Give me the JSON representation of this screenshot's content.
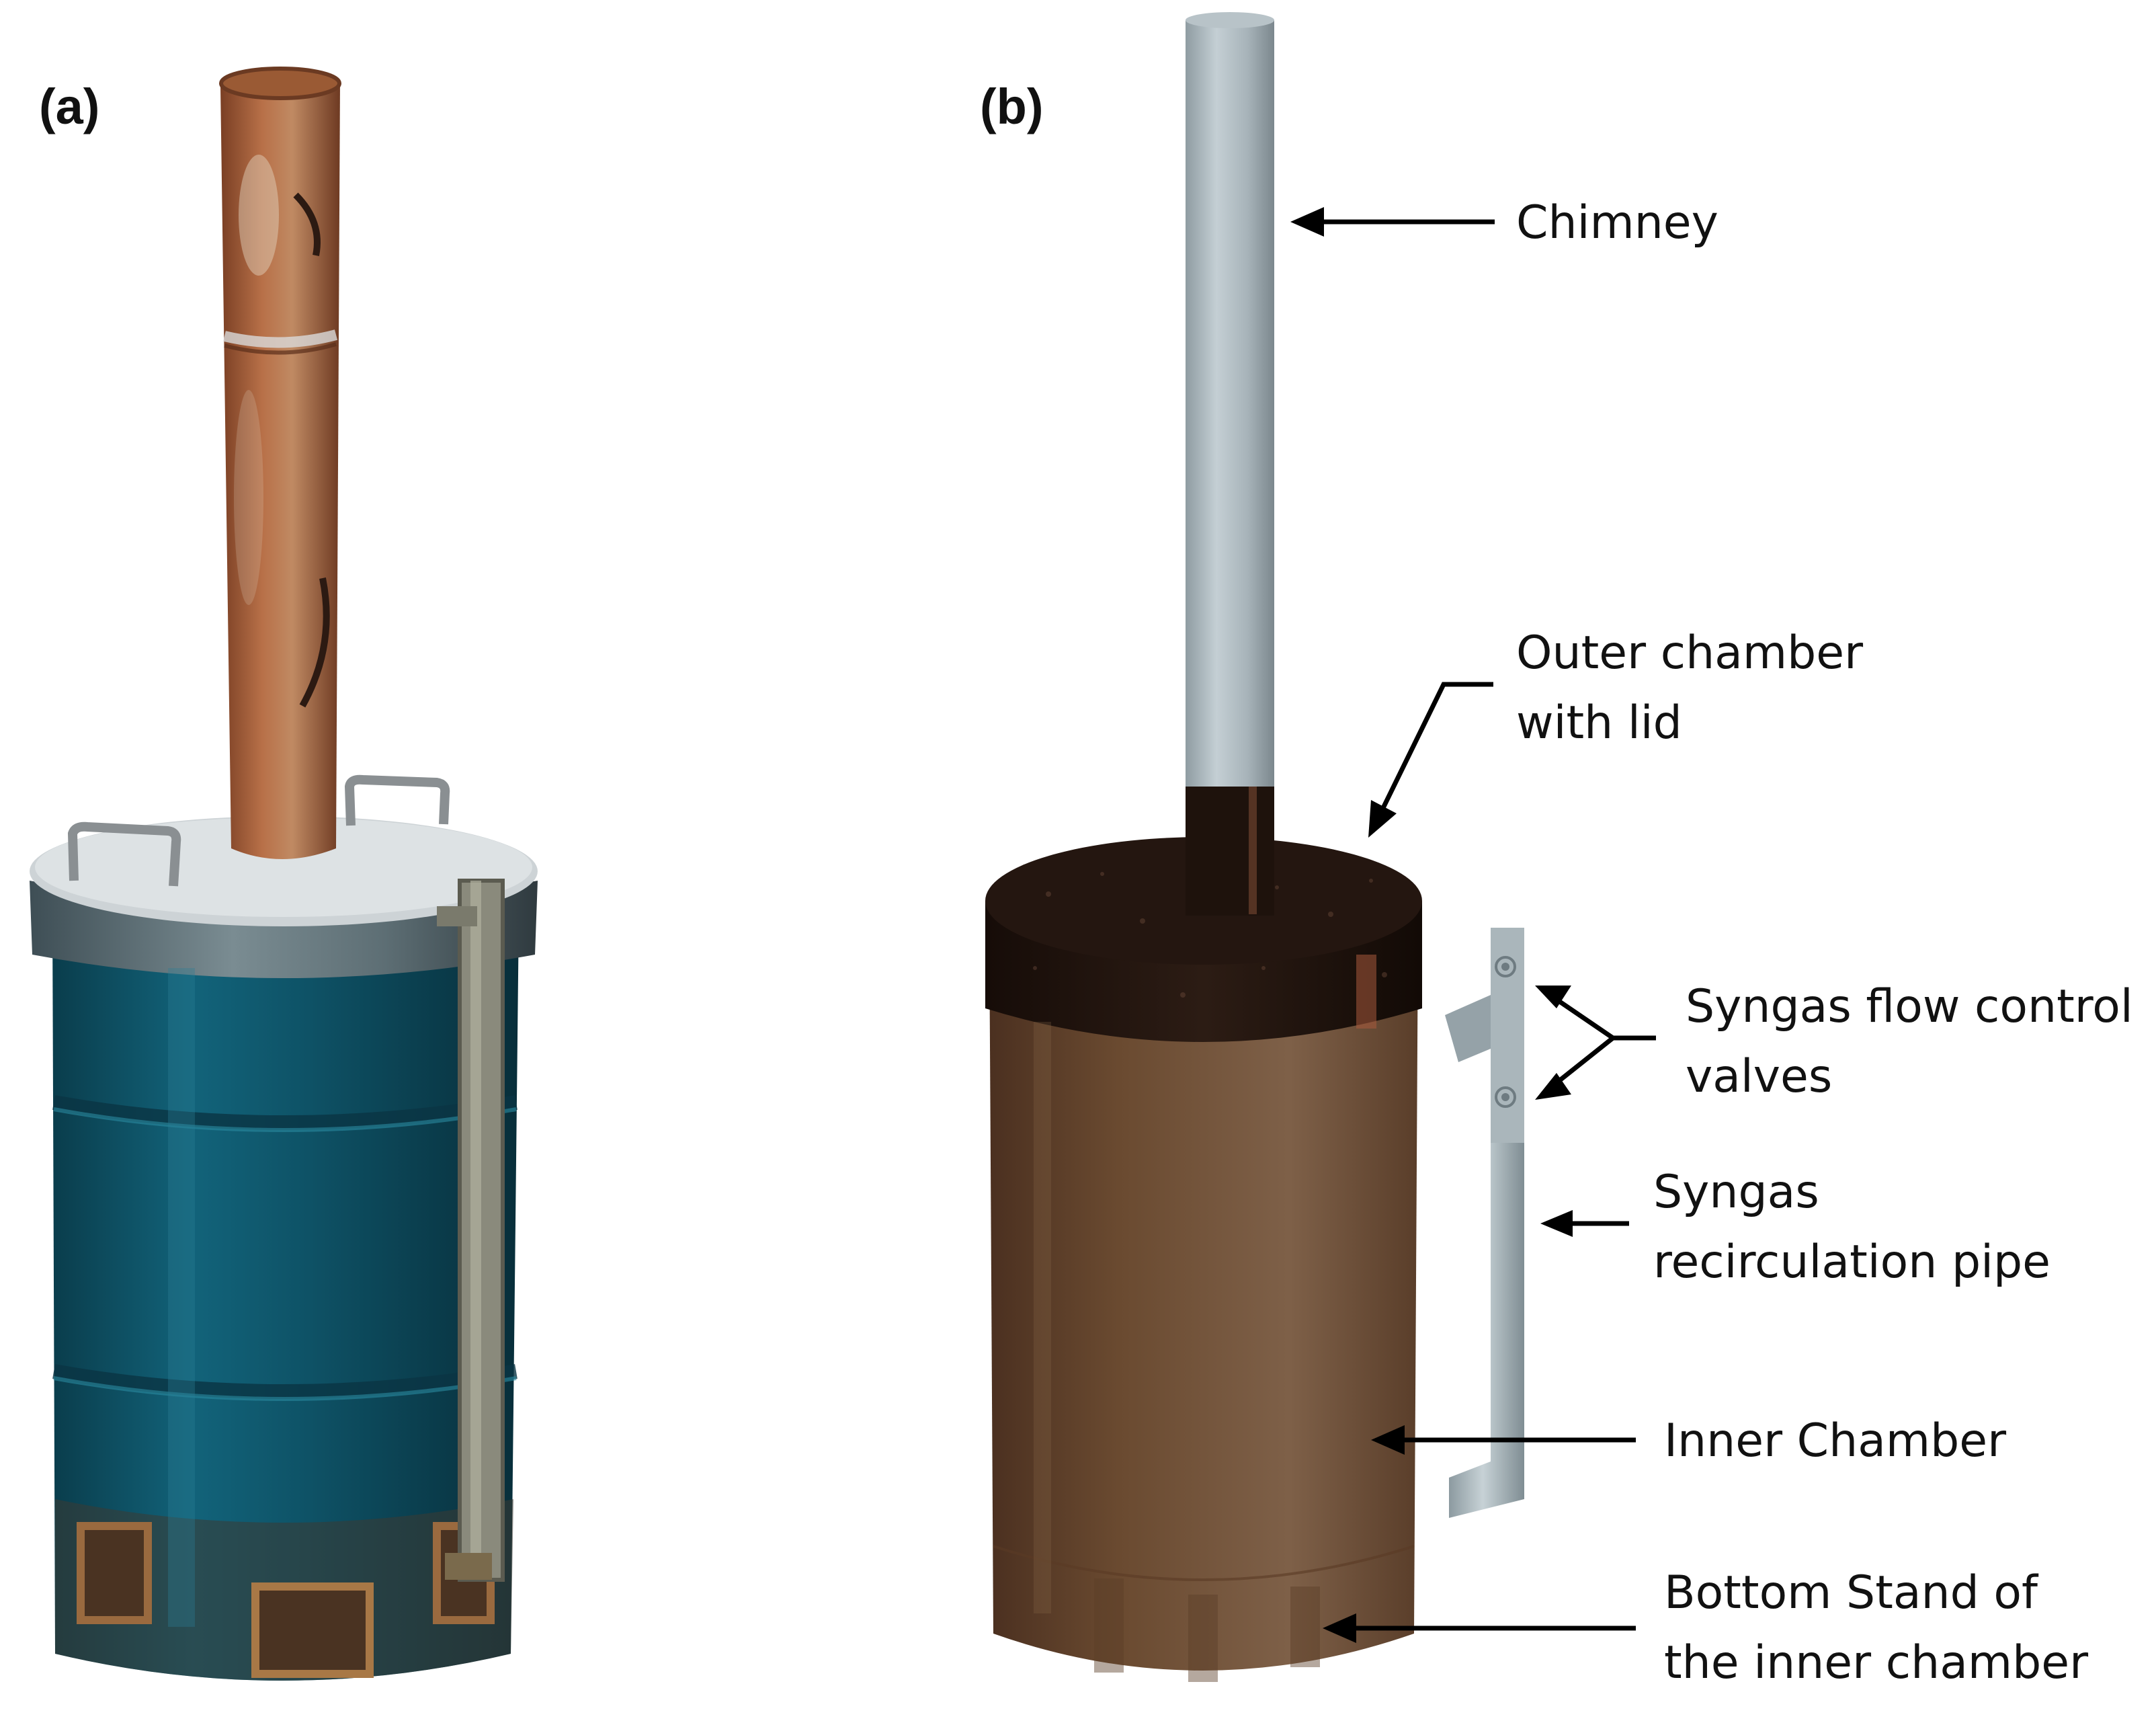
{
  "panels": {
    "a": {
      "label": "(a)"
    },
    "b": {
      "label": "(b)"
    }
  },
  "callouts": {
    "chimney": "Chimney",
    "outer_chamber": [
      "Outer chamber",
      "with lid"
    ],
    "valves": [
      "Syngas flow control",
      "valves"
    ],
    "pipe": [
      "Syngas",
      "recirculation pipe"
    ],
    "inner_chamber": "Inner Chamber",
    "bottom_stand": [
      "Bottom Stand of",
      "the inner chamber"
    ]
  },
  "colors": {
    "drum_blue": "#0f5a6e",
    "rust": "#a4603a",
    "lid_grey": "#c9cfd2",
    "model_chimney": "#a9b5bb",
    "model_body": "#6d4a2e",
    "model_lid": "#221612",
    "arrow": "#000000"
  }
}
